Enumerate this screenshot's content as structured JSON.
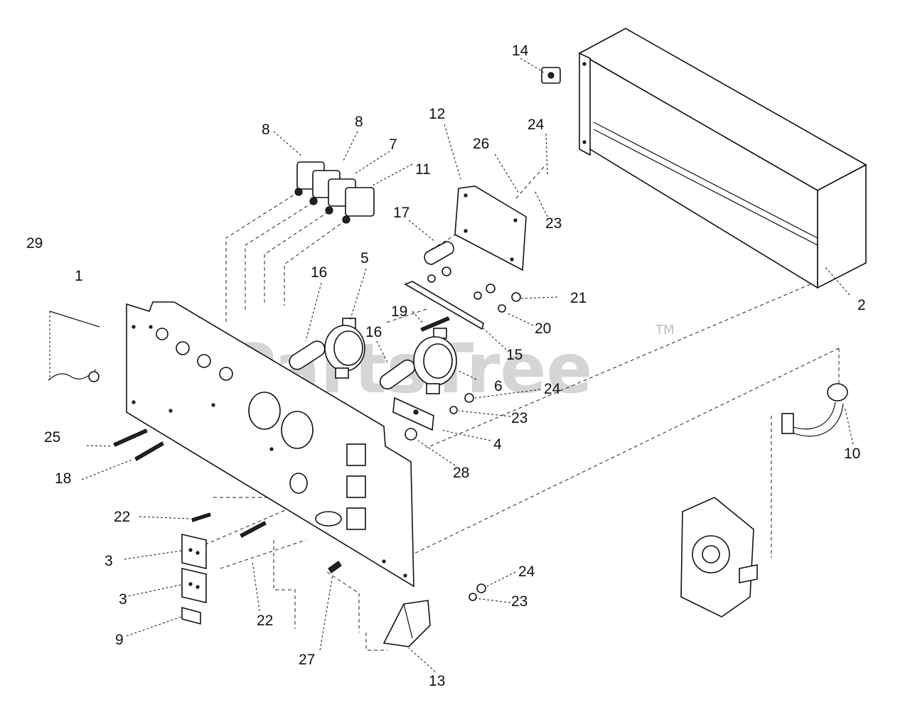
{
  "watermark": {
    "text": "PartsTree",
    "trademark": "TM"
  },
  "callouts": [
    {
      "id": "c-1",
      "text": "1"
    },
    {
      "id": "c-2",
      "text": "2"
    },
    {
      "id": "c-3a",
      "text": "3"
    },
    {
      "id": "c-3b",
      "text": "3"
    },
    {
      "id": "c-4",
      "text": "4"
    },
    {
      "id": "c-5",
      "text": "5"
    },
    {
      "id": "c-6",
      "text": "6"
    },
    {
      "id": "c-7",
      "text": "7"
    },
    {
      "id": "c-8a",
      "text": "8"
    },
    {
      "id": "c-8b",
      "text": "8"
    },
    {
      "id": "c-9",
      "text": "9"
    },
    {
      "id": "c-10",
      "text": "10"
    },
    {
      "id": "c-11",
      "text": "11"
    },
    {
      "id": "c-12",
      "text": "12"
    },
    {
      "id": "c-13",
      "text": "13"
    },
    {
      "id": "c-14",
      "text": "14"
    },
    {
      "id": "c-15",
      "text": "15"
    },
    {
      "id": "c-16a",
      "text": "16"
    },
    {
      "id": "c-16b",
      "text": "16"
    },
    {
      "id": "c-17",
      "text": "17"
    },
    {
      "id": "c-18",
      "text": "18"
    },
    {
      "id": "c-19",
      "text": "19"
    },
    {
      "id": "c-20",
      "text": "20"
    },
    {
      "id": "c-21",
      "text": "21"
    },
    {
      "id": "c-22a",
      "text": "22"
    },
    {
      "id": "c-22b",
      "text": "22"
    },
    {
      "id": "c-23a",
      "text": "23"
    },
    {
      "id": "c-23b",
      "text": "23"
    },
    {
      "id": "c-23c",
      "text": "23"
    },
    {
      "id": "c-24a",
      "text": "24"
    },
    {
      "id": "c-24b",
      "text": "24"
    },
    {
      "id": "c-24c",
      "text": "24"
    },
    {
      "id": "c-25",
      "text": "25"
    },
    {
      "id": "c-26",
      "text": "26"
    },
    {
      "id": "c-27",
      "text": "27"
    },
    {
      "id": "c-28",
      "text": "28"
    },
    {
      "id": "c-29",
      "text": "29"
    }
  ]
}
